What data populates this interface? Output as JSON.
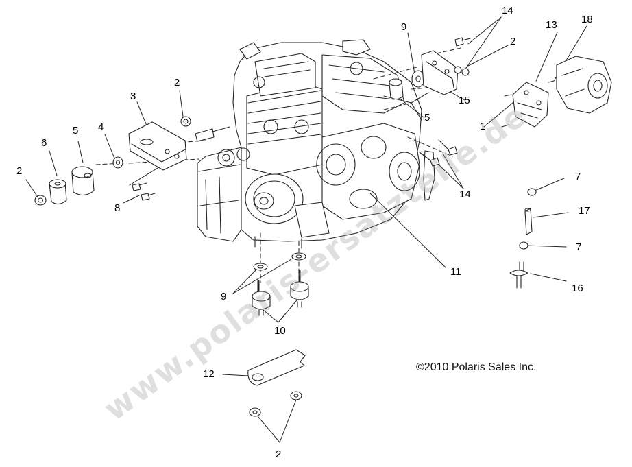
{
  "copyright": "©2010  Polaris Sales Inc.",
  "watermark": "www.polaris-ersatzteile.de",
  "callouts": [
    {
      "id": "c14a",
      "text": "14"
    },
    {
      "id": "c13",
      "text": "13"
    },
    {
      "id": "c18",
      "text": "18"
    },
    {
      "id": "c9a",
      "text": "9"
    },
    {
      "id": "c2a",
      "text": "2"
    },
    {
      "id": "c2b",
      "text": "2"
    },
    {
      "id": "c3",
      "text": "3"
    },
    {
      "id": "c15",
      "text": "15"
    },
    {
      "id": "c1",
      "text": "1"
    },
    {
      "id": "c5a",
      "text": "5"
    },
    {
      "id": "c4",
      "text": "4"
    },
    {
      "id": "c6",
      "text": "6"
    },
    {
      "id": "c5b",
      "text": "5"
    },
    {
      "id": "c2c",
      "text": "2"
    },
    {
      "id": "c8",
      "text": "8"
    },
    {
      "id": "c14b",
      "text": "14"
    },
    {
      "id": "c7a",
      "text": "7"
    },
    {
      "id": "c17",
      "text": "17"
    },
    {
      "id": "c7b",
      "text": "7"
    },
    {
      "id": "c11",
      "text": "11"
    },
    {
      "id": "c16",
      "text": "16"
    },
    {
      "id": "c9b",
      "text": "9"
    },
    {
      "id": "c10",
      "text": "10"
    },
    {
      "id": "c12",
      "text": "12"
    },
    {
      "id": "c2d",
      "text": "2"
    }
  ]
}
